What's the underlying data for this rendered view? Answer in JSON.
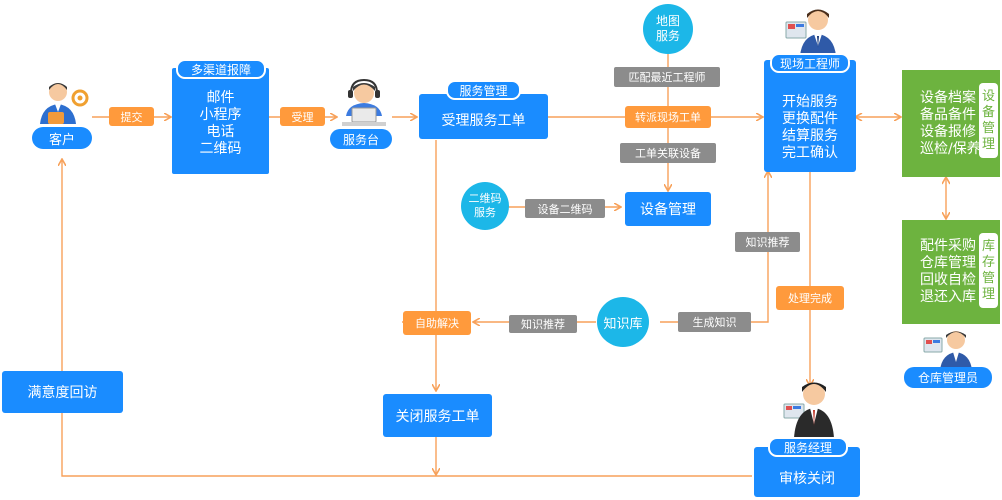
{
  "colors": {
    "blue": "#1a8cff",
    "cyan": "#1cb7e8",
    "green": "#6db33f",
    "orange": "#ff9a3c",
    "gray": "#8c8c8c",
    "line": "#f7a15a"
  },
  "nodes": {
    "customer": {
      "label": "客户"
    },
    "channels": {
      "header": "多渠道报障",
      "lines": [
        "邮件",
        "小程序",
        "电话",
        "二维码"
      ]
    },
    "helpdesk": {
      "label": "服务台"
    },
    "service_mgmt": {
      "header": "服务管理",
      "label": "受理服务工单"
    },
    "map_service": {
      "lines": [
        "地图",
        "服务"
      ]
    },
    "field_engineer": {
      "header": "现场工程师",
      "lines": [
        "开始服务",
        "更换配件",
        "结算服务",
        "完工确认"
      ]
    },
    "equipment_archive": {
      "lines": [
        "设备档案",
        "备品备件",
        "设备报修",
        "巡检/保养"
      ],
      "side": [
        "设",
        "备",
        "管",
        "理"
      ]
    },
    "inventory": {
      "lines": [
        "配件采购",
        "仓库管理",
        "回收自检",
        "退还入库"
      ],
      "side": [
        "库",
        "存",
        "管",
        "理"
      ]
    },
    "warehouse_admin": {
      "label": "仓库管理员"
    },
    "qr_service": {
      "lines": [
        "二维码",
        "服务"
      ]
    },
    "device_mgmt": {
      "label": "设备管理"
    },
    "knowledge_base": {
      "label": "知识库"
    },
    "satisfaction": {
      "label": "满意度回访"
    },
    "close_ticket": {
      "label": "关闭服务工单"
    },
    "service_manager": {
      "header": "服务经理",
      "label": "审核关闭"
    }
  },
  "labels": {
    "submit": "提交",
    "accept": "受理",
    "match": "匹配最近工程师",
    "dispatch": "转派现场工单",
    "link_device": "工单关联设备",
    "device_qr": "设备二维码",
    "knowledge_recommend_1": "知识推荐",
    "knowledge_recommend_2": "知识推荐",
    "process_done": "处理完成",
    "generate_knowledge": "生成知识",
    "self_resolve": "自助解决"
  }
}
